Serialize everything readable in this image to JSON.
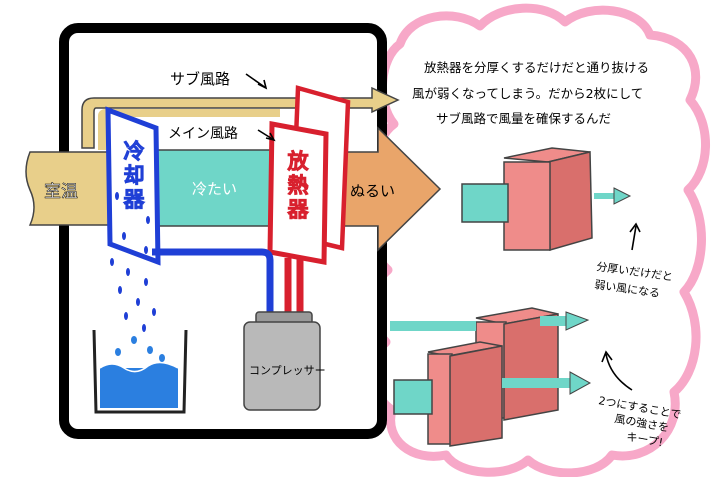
{
  "labels": {
    "sub_path": "サブ風路",
    "main_path": "メイン風路",
    "room_temp": "室温",
    "cold": "冷たい",
    "lukewarm": "ぬるい",
    "cooler": "冷却器",
    "radiator": "放熱器",
    "compressor": "コンプレッサー"
  },
  "notes": {
    "top": [
      "放熱器を分厚くするだけだと通り抜ける",
      "風が弱くなってしまう。だから2枚にして",
      "サブ風路で風量を確保するんだ"
    ],
    "thick": [
      "分厚いだけだと",
      "弱い風になる"
    ],
    "two": [
      "2つにすることで",
      "風の強さを",
      "キープ!"
    ]
  },
  "colors": {
    "room_air": "#e8cf8a",
    "cold_air": "#6fd6c8",
    "warm_air": "#e9a56a",
    "cooler_blue": "#1f3fd6",
    "radiator_red": "#d8202e",
    "block_pink": "#ef8c8a",
    "cloud_pink": "#f7a8c8",
    "water": "#2b7fe0"
  }
}
